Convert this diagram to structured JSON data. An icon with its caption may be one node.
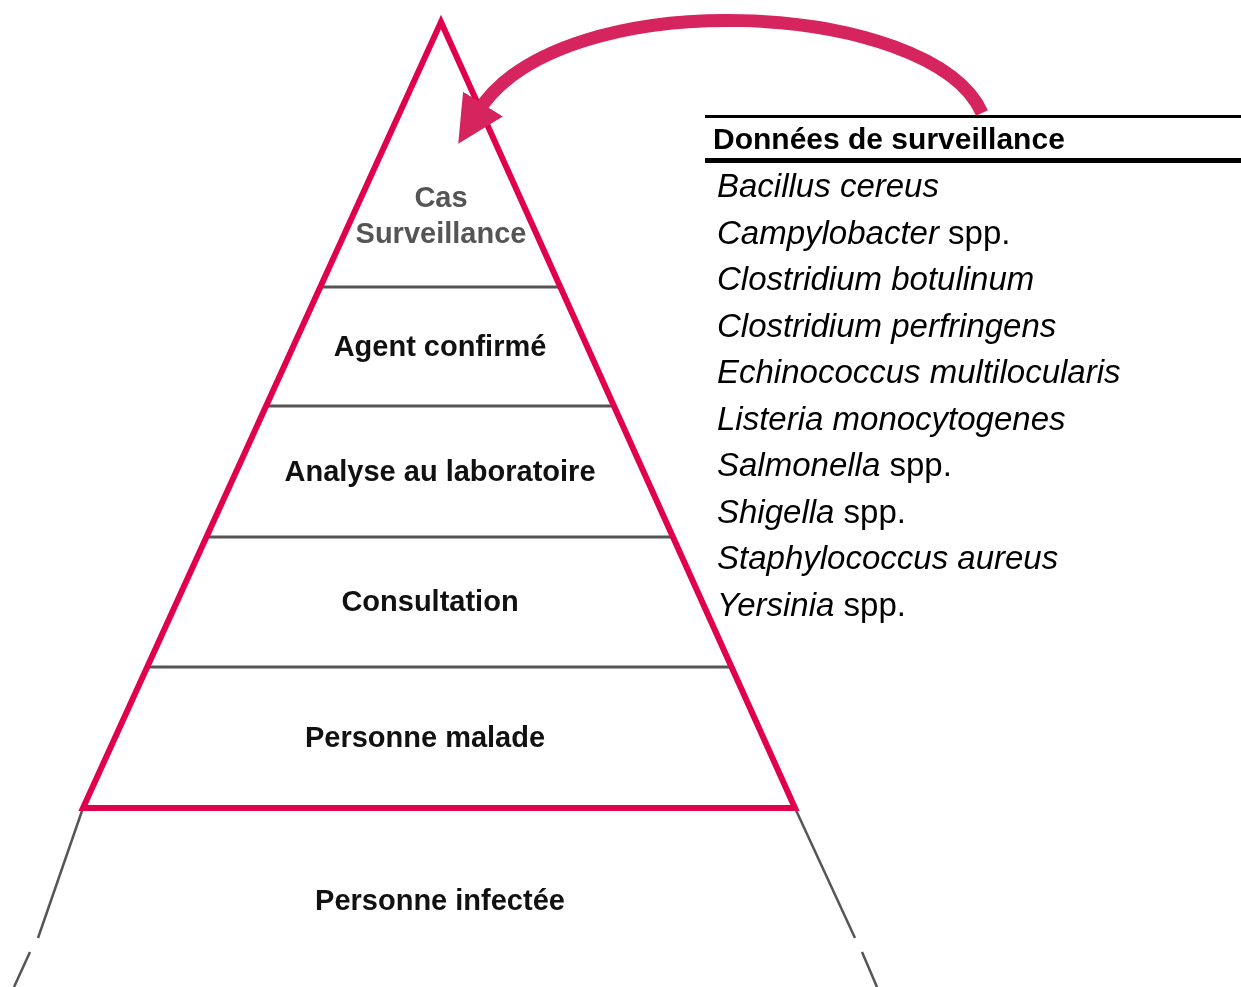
{
  "diagram": {
    "nodes": [
      {
        "text": [
          "Cas Surveillance"
        ]
      },
      {
        "text": [
          "Agent confirmé"
        ]
      },
      {
        "text": [
          "Analyse au laboratoire"
        ]
      },
      {
        "text": [
          "Consultation"
        ]
      },
      {
        "text": [
          "Personne malade"
        ]
      },
      {
        "text": [
          "Personne infectée"
        ]
      },
      {
        "text": [
          "Données de surveillance",
          "*Bacillus cereus*",
          "*Campylobacter* spp.",
          "*Clostridium botulinum*",
          "*Clostridium perfringens*",
          "*Echinococcus multilocularis*",
          "*Listeria monocytogenes*",
          "*Salmonella* spp.",
          "*Shigella* spp.",
          "*Staphylococcus aureus*",
          "*Yersinia* spp."
        ]
      }
    ],
    "edges": [
      {
        "from": 6,
        "to": 0,
        "arrow": "to",
        "color": "#d6245f"
      }
    ]
  }
}
